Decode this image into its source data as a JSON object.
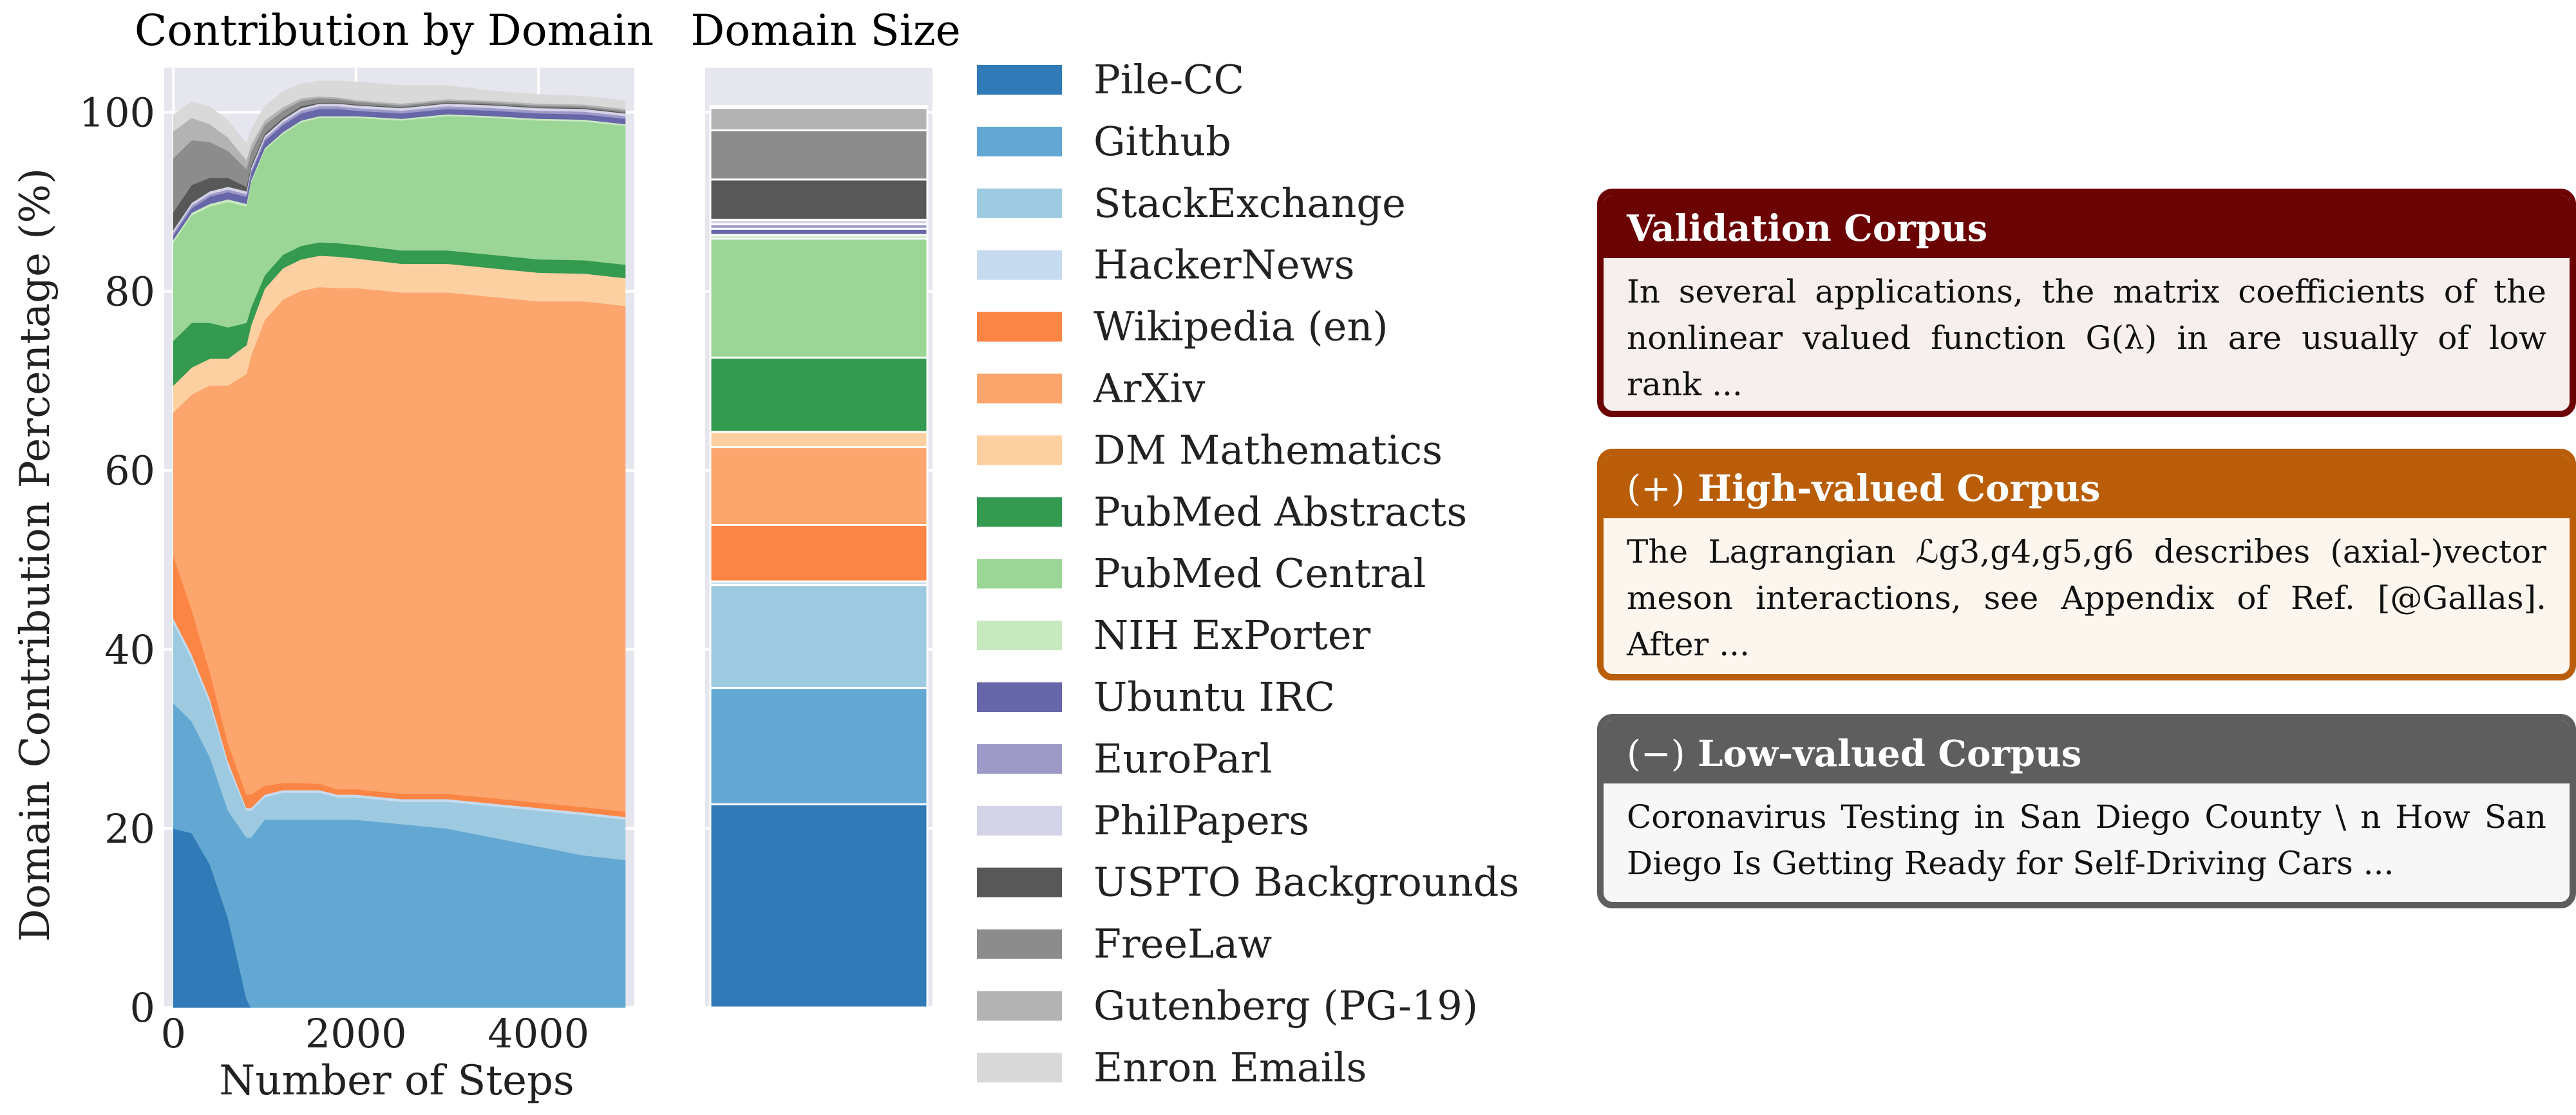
{
  "chart_data": [
    {
      "type": "area",
      "stacked": true,
      "title": "Contribution by Domain",
      "xlabel": "Number of Steps",
      "ylabel": "Domain Contribution Percentage (%)",
      "xlim": [
        -100,
        5050
      ],
      "ylim": [
        0,
        105
      ],
      "xticks": [
        0,
        2000,
        4000
      ],
      "xtick_labels": [
        "0",
        "2000",
        "4000"
      ],
      "yticks": [
        0,
        20,
        40,
        60,
        80,
        100
      ],
      "ytick_labels": [
        "0",
        "20",
        "40",
        "60",
        "80",
        "100"
      ],
      "grid": true,
      "x": [
        0,
        200,
        400,
        600,
        800,
        850,
        1000,
        1200,
        1400,
        1600,
        1800,
        2000,
        2500,
        3000,
        3500,
        4000,
        4500,
        4950
      ],
      "series": [
        {
          "name": "Pile-CC",
          "values": [
            20,
            19.5,
            16,
            10,
            1,
            0,
            0,
            0,
            0,
            0,
            0,
            0,
            0,
            0,
            0,
            0,
            0,
            0
          ]
        },
        {
          "name": "Github",
          "values": [
            14,
            12.5,
            12,
            12,
            18,
            19,
            21,
            21,
            21,
            21,
            21,
            21,
            20.5,
            20,
            19,
            18,
            17,
            16.5
          ]
        },
        {
          "name": "StackExchange",
          "values": [
            9,
            7,
            6,
            5,
            3,
            3,
            2.5,
            3,
            3,
            3,
            2.5,
            2.5,
            2.5,
            3,
            3.5,
            4,
            4.5,
            4.5
          ]
        },
        {
          "name": "HackerNews",
          "values": [
            0.5,
            0.5,
            0.5,
            0.5,
            0.3,
            0.3,
            0.3,
            0.3,
            0.3,
            0.3,
            0.3,
            0.3,
            0.3,
            0.3,
            0.3,
            0.3,
            0.3,
            0.3
          ]
        },
        {
          "name": "Wikipedia (en)",
          "values": [
            7,
            5,
            3,
            2,
            1.5,
            1.5,
            1,
            0.8,
            0.8,
            0.7,
            0.6,
            0.6,
            0.6,
            0.6,
            0.6,
            0.6,
            0.6,
            0.6
          ]
        },
        {
          "name": "ArXiv",
          "values": [
            16,
            24,
            32,
            40,
            47,
            49,
            52,
            54,
            55,
            55.5,
            56,
            56,
            56,
            56,
            56,
            56,
            56.5,
            56.5
          ]
        },
        {
          "name": "DM Mathematics",
          "values": [
            3,
            3,
            3,
            3,
            3.2,
            3.4,
            3.5,
            3.5,
            3.5,
            3.5,
            3.5,
            3.3,
            3.2,
            3.2,
            3.2,
            3.2,
            3.1,
            3.1
          ]
        },
        {
          "name": "PubMed Abstracts",
          "values": [
            5,
            5,
            4,
            3.5,
            2.5,
            2,
            1.5,
            1.5,
            1.5,
            1.5,
            1.5,
            1.5,
            1.5,
            1.5,
            1.5,
            1.5,
            1.5,
            1.5
          ]
        },
        {
          "name": "PubMed Central",
          "values": [
            11,
            12,
            13,
            14,
            13,
            14,
            14,
            13.5,
            13.8,
            13.9,
            14,
            14.2,
            14.5,
            15,
            15.3,
            15.5,
            15.5,
            15.5
          ]
        },
        {
          "name": "NIH ExPorter",
          "values": [
            0.3,
            0.3,
            0.3,
            0.3,
            0.3,
            0.2,
            0.2,
            0.2,
            0.2,
            0.2,
            0.2,
            0.2,
            0.2,
            0.2,
            0.2,
            0.2,
            0.2,
            0.2
          ]
        },
        {
          "name": "Ubuntu IRC",
          "values": [
            0.5,
            0.5,
            0.8,
            0.8,
            0.8,
            0.8,
            0.8,
            0.8,
            0.8,
            0.8,
            0.8,
            0.6,
            0.6,
            0.6,
            0.6,
            0.6,
            0.6,
            0.6
          ]
        },
        {
          "name": "EuroParl",
          "values": [
            0.3,
            0.3,
            0.3,
            0.3,
            0.3,
            0.3,
            0.3,
            0.3,
            0.3,
            0.3,
            0.3,
            0.3,
            0.3,
            0.3,
            0.3,
            0.3,
            0.3,
            0.3
          ]
        },
        {
          "name": "PhilPapers",
          "values": [
            0.3,
            0.3,
            0.3,
            0.3,
            0.3,
            0.3,
            0.3,
            0.3,
            0.3,
            0.3,
            0.3,
            0.3,
            0.3,
            0.3,
            0.3,
            0.3,
            0.3,
            0.3
          ]
        },
        {
          "name": "USPTO Backgrounds",
          "values": [
            2,
            2,
            1.5,
            1,
            0.5,
            0.3,
            0.2,
            0.2,
            0.2,
            0.1,
            0.1,
            0.1,
            0.1,
            0.1,
            0.1,
            0.1,
            0.1,
            0.1
          ]
        },
        {
          "name": "FreeLaw",
          "values": [
            6,
            5,
            4,
            3,
            2,
            1.5,
            1,
            0.8,
            0.6,
            0.5,
            0.4,
            0.3,
            0.2,
            0.2,
            0.2,
            0.2,
            0.2,
            0.2
          ]
        },
        {
          "name": "Gutenberg (PG-19)",
          "values": [
            3,
            2.5,
            2,
            1.5,
            1,
            0.8,
            0.5,
            0.4,
            0.3,
            0.2,
            0.2,
            0.2,
            0.2,
            0.2,
            0.2,
            0.2,
            0.2,
            0.2
          ]
        },
        {
          "name": "Enron Emails",
          "values": [
            1.8,
            1.8,
            1.9,
            1.9,
            1.8,
            1.6,
            1.6,
            1.7,
            1.6,
            1.7,
            1.8,
            2.0,
            2.0,
            1.5,
            1.1,
            1.0,
            0.9,
            0.9
          ]
        }
      ]
    },
    {
      "type": "bar",
      "stacked": true,
      "title": "Domain Size",
      "ylim": [
        0,
        105
      ],
      "categories": [
        ""
      ],
      "series": [
        {
          "name": "Pile-CC",
          "values": [
            22.7
          ]
        },
        {
          "name": "Github",
          "values": [
            13.0
          ]
        },
        {
          "name": "StackExchange",
          "values": [
            11.5
          ]
        },
        {
          "name": "HackerNews",
          "values": [
            0.4
          ]
        },
        {
          "name": "Wikipedia (en)",
          "values": [
            6.3
          ]
        },
        {
          "name": "ArXiv",
          "values": [
            8.7
          ]
        },
        {
          "name": "DM Mathematics",
          "values": [
            1.7
          ]
        },
        {
          "name": "PubMed Abstracts",
          "values": [
            8.3
          ]
        },
        {
          "name": "PubMed Central",
          "values": [
            13.3
          ]
        },
        {
          "name": "NIH ExPorter",
          "values": [
            0.4
          ]
        },
        {
          "name": "Ubuntu IRC",
          "values": [
            0.7
          ]
        },
        {
          "name": "EuroParl",
          "values": [
            0.5
          ]
        },
        {
          "name": "PhilPapers",
          "values": [
            0.5
          ]
        },
        {
          "name": "USPTO Backgrounds",
          "values": [
            4.5
          ]
        },
        {
          "name": "FreeLaw",
          "values": [
            5.5
          ]
        },
        {
          "name": "Gutenberg (PG-19)",
          "values": [
            2.5
          ]
        },
        {
          "name": "Enron Emails",
          "values": [
            0.2
          ]
        }
      ]
    }
  ],
  "legend": {
    "placement": "right",
    "entries": [
      {
        "label": "Pile-CC",
        "color": "#2f7ab7"
      },
      {
        "label": "Github",
        "color": "#62a8d3"
      },
      {
        "label": "StackExchange",
        "color": "#9ecae1"
      },
      {
        "label": "HackerNews",
        "color": "#c6dbef"
      },
      {
        "label": "Wikipedia (en)",
        "color": "#fb8544"
      },
      {
        "label": "ArXiv",
        "color": "#fca56d"
      },
      {
        "label": "DM Mathematics",
        "color": "#fdd0a2"
      },
      {
        "label": "PubMed Abstracts",
        "color": "#339a50"
      },
      {
        "label": "PubMed Central",
        "color": "#9cd696"
      },
      {
        "label": "NIH ExPorter",
        "color": "#c7e9c0"
      },
      {
        "label": "Ubuntu IRC",
        "color": "#6666a8"
      },
      {
        "label": "EuroParl",
        "color": "#9e9ac8"
      },
      {
        "label": "PhilPapers",
        "color": "#d4d4e8"
      },
      {
        "label": "USPTO Backgrounds",
        "color": "#585858"
      },
      {
        "label": "FreeLaw",
        "color": "#8c8c8c"
      },
      {
        "label": "Gutenberg (PG-19)",
        "color": "#b3b3b3"
      },
      {
        "label": "Enron Emails",
        "color": "#d9d9d9"
      }
    ]
  },
  "colors": {
    "axes_background": "#e6e6ef",
    "grid": "#ffffff"
  },
  "corpus_cards": [
    {
      "title": "Validation Corpus",
      "prefix": "",
      "text": "In several applications, the matrix coefficients of the nonlinear valued function G(λ) in are usually of low rank ...",
      "header_color": "#6c0303",
      "border_color": "#6c0303",
      "body_color": "#f7eeee"
    },
    {
      "title": "High-valued Corpus",
      "prefix": "(+)",
      "text": "The Lagrangian ℒg3,g4,g5,g6 describes (axial-)vector meson interactions, see Appendix of Ref. [@Gallas]. After ...",
      "header_color": "#ba5d08",
      "border_color": "#ba5d08",
      "body_color": "#fdf6ee"
    },
    {
      "title": "Low-valued Corpus",
      "prefix": "(−)",
      "text": "Coronavirus Testing in San Diego County \\ n How San Diego Is Getting Ready for Self-Driving Cars ...",
      "header_color": "#5e5e5e",
      "border_color": "#5e5e5e",
      "body_color": "#f7f7f7"
    }
  ]
}
